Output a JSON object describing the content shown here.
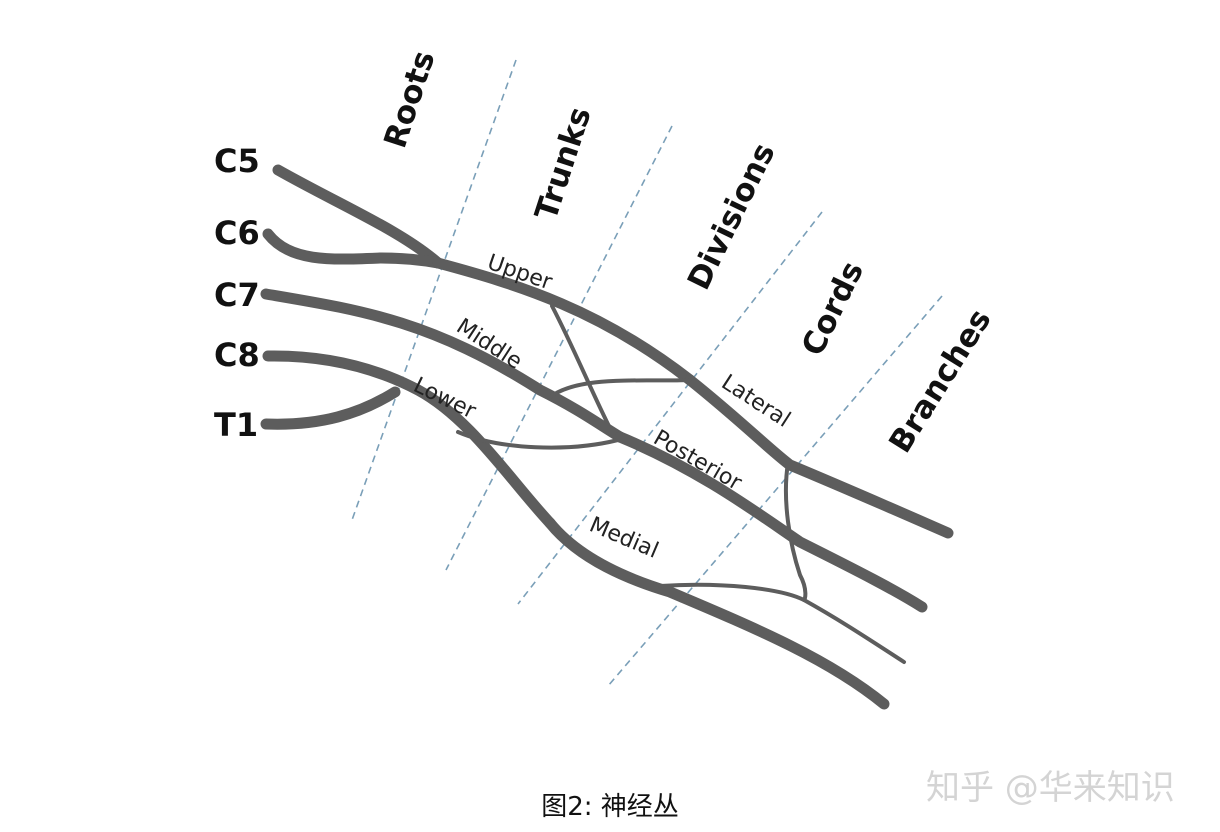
{
  "roots": [
    "C5",
    "C6",
    "C7",
    "C8",
    "T1"
  ],
  "zones": [
    "Roots",
    "Trunks",
    "Divisions",
    "Cords",
    "Branches"
  ],
  "trunks": {
    "upper": "Upper",
    "middle": "Middle",
    "lower": "Lower"
  },
  "cords": {
    "lateral": "Lateral",
    "posterior": "Posterior",
    "medial": "Medial"
  },
  "caption": "图2: 神经丛",
  "watermark": "知乎 @华来知识",
  "colors": {
    "nerve": "#5d5d5d",
    "divider": "#7a9fb8",
    "text": "#111111"
  }
}
